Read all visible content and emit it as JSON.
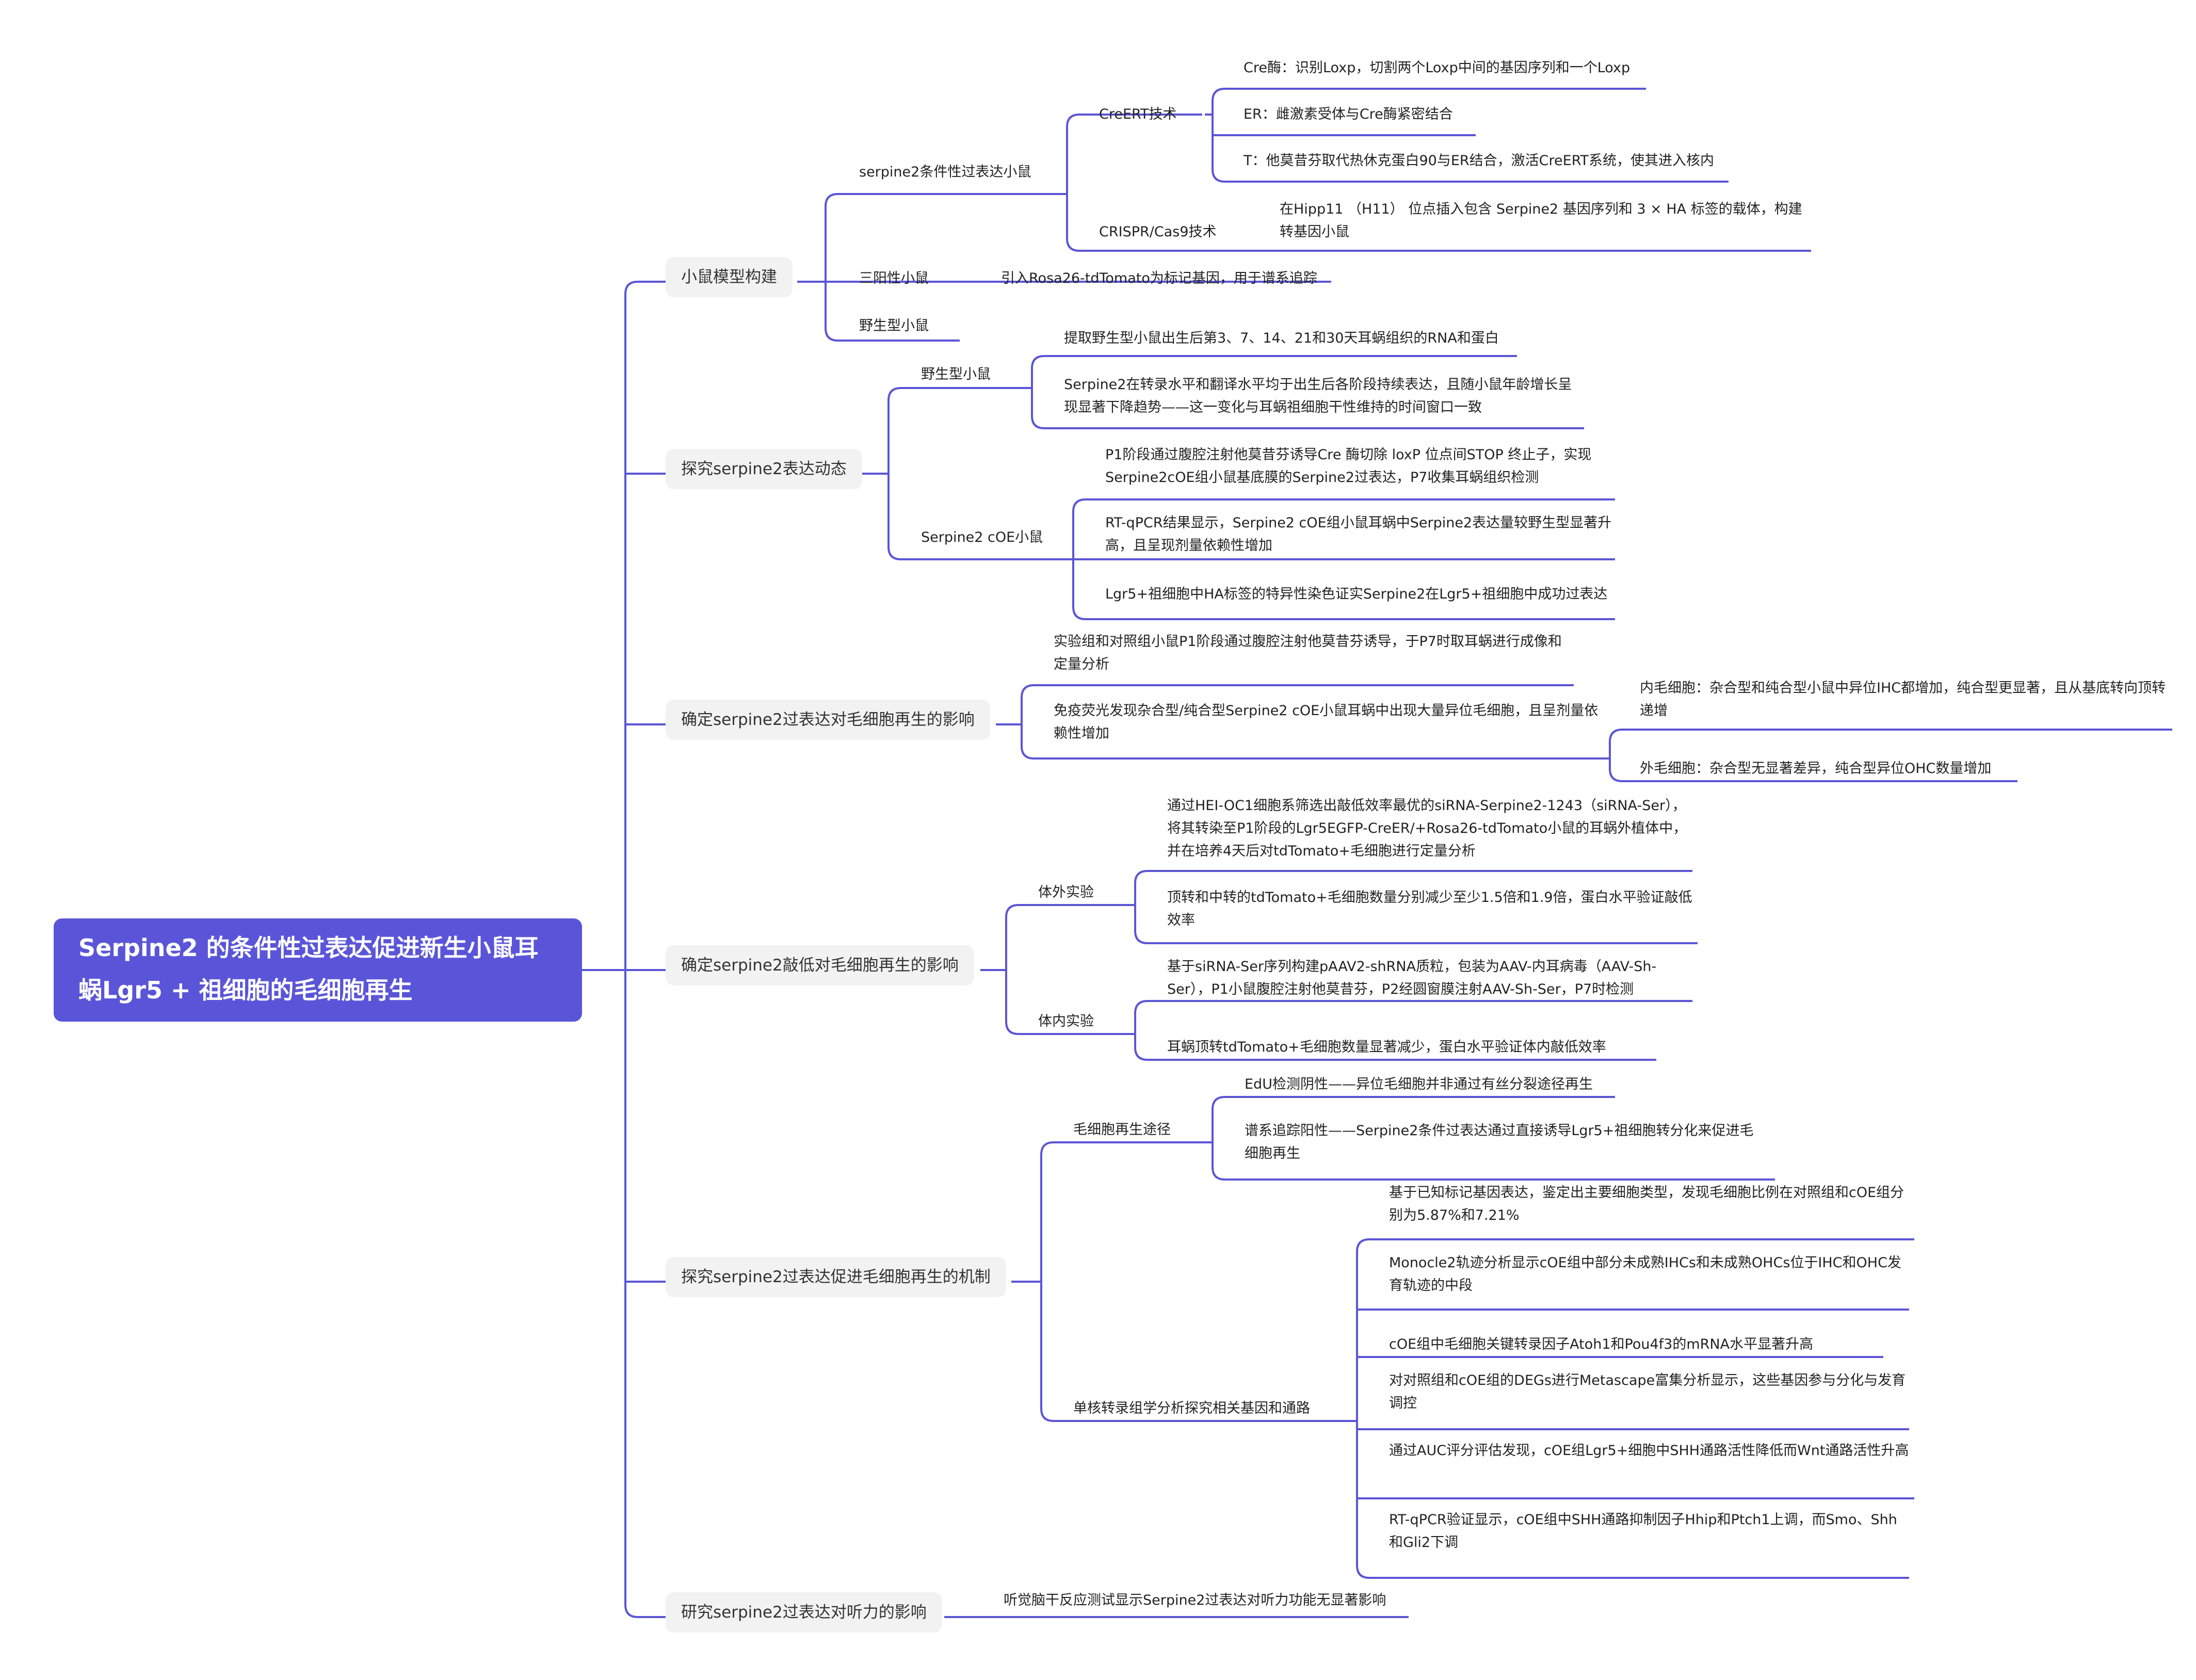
{
  "title": "Serpine2 的条件性过表达促进新生小鼠耳蜗Lgr5 + 祖细胞的毛细胞再生",
  "colors": {
    "accent": "#5a55d8",
    "line": "#5b55d6",
    "branch_bg": "#f2f2f3"
  },
  "branches": [
    {
      "label": "小鼠模型构建",
      "items": [
        {
          "label": "serpine2条件性过表达小鼠",
          "items": [
            {
              "label": "CreERT技术",
              "items": [
                "Cre酶：识别Loxp，切割两个Loxp中间的基因序列和一个Loxp",
                "ER：雌激素受体与Cre酶紧密结合",
                "T：他莫昔芬取代热休克蛋白90与ER结合，激活CreERT系统，使其进入核内"
              ]
            },
            {
              "label": "CRISPR/Cas9技术",
              "items": [
                "在Hipp11 （H11） 位点插入包含 Serpine2 基因序列和 3 × HA 标签的载体，构建转基因小鼠"
              ]
            }
          ]
        },
        {
          "label": "三阳性小鼠",
          "items": [
            "引入Rosa26-tdTomato为标记基因，用于谱系追踪"
          ]
        },
        {
          "label": "野生型小鼠"
        }
      ]
    },
    {
      "label": "探究serpine2表达动态",
      "items": [
        {
          "label": "野生型小鼠",
          "items": [
            "提取野生型小鼠出生后第3、7、14、21和30天耳蜗组织的RNA和蛋白",
            "Serpine2在转录水平和翻译水平均于出生后各阶段持续表达，且随小鼠年龄增长呈现显著下降趋势——这一变化与耳蜗祖细胞干性维持的时间窗口一致"
          ]
        },
        {
          "label": "Serpine2 cOE小鼠",
          "items": [
            "P1阶段通过腹腔注射他莫昔芬诱导Cre 酶切除 loxP 位点间STOP 终止子，实现Serpine2cOE组小鼠基底膜的Serpine2过表达，P7收集耳蜗组织检测",
            "RT-qPCR结果显示，Serpine2 cOE组小鼠耳蜗中Serpine2表达量较野生型显著升高，且呈现剂量依赖性增加",
            "Lgr5+祖细胞中HA标签的特异性染色证实Serpine2在Lgr5+祖细胞中成功过表达"
          ]
        }
      ]
    },
    {
      "label": "确定serpine2过表达对毛细胞再生的影响",
      "items": [
        {
          "label": "实验组和对照组小鼠P1阶段通过腹腔注射他莫昔芬诱导，于P7时取耳蜗进行成像和定量分析"
        },
        {
          "label": "免疫荧光发现杂合型/纯合型Serpine2 cOE小鼠耳蜗中出现大量异位毛细胞，且呈剂量依赖性增加",
          "items": [
            "内毛细胞：杂合型和纯合型小鼠中异位IHC都增加，纯合型更显著，且从基底转向顶转递增",
            "外毛细胞：杂合型无显著差异，纯合型异位OHC数量增加"
          ]
        }
      ]
    },
    {
      "label": "确定serpine2敲低对毛细胞再生的影响",
      "items": [
        {
          "label": "体外实验",
          "items": [
            "通过HEI-OC1细胞系筛选出敲低效率最优的siRNA-Serpine2-1243（siRNA-Ser），将其转染至P1阶段的Lgr5EGFP-CreER/+Rosa26-tdTomato小鼠的耳蜗外植体中，并在培养4天后对tdTomato+毛细胞进行定量分析",
            "顶转和中转的tdTomato+毛细胞数量分别减少至少1.5倍和1.9倍，蛋白水平验证敲低效率"
          ]
        },
        {
          "label": "体内实验",
          "items": [
            "基于siRNA-Ser序列构建pAAV2-shRNA质粒，包装为AAV-内耳病毒（AAV-Sh-Ser），P1小鼠腹腔注射他莫昔芬，P2经圆窗膜注射AAV-Sh-Ser，P7时检测",
            "耳蜗顶转tdTomato+毛细胞数量显著减少，蛋白水平验证体内敲低效率"
          ]
        }
      ]
    },
    {
      "label": "探究serpine2过表达促进毛细胞再生的机制",
      "items": [
        {
          "label": "毛细胞再生途径",
          "items": [
            "EdU检测阴性——异位毛细胞并非通过有丝分裂途径再生",
            "谱系追踪阳性——Serpine2条件过表达通过直接诱导Lgr5+祖细胞转分化来促进毛细胞再生"
          ]
        },
        {
          "label": "单核转录组学分析探究相关基因和通路",
          "items": [
            "基于已知标记基因表达，鉴定出主要细胞类型，发现毛细胞比例在对照组和cOE组分别为5.87%和7.21%",
            "Monocle2轨迹分析显示cOE组中部分未成熟IHCs和未成熟OHCs位于IHC和OHC发育轨迹的中段",
            "cOE组中毛细胞关键转录因子Atoh1和Pou4f3的mRNA水平显著升高",
            "对对照组和cOE组的DEGs进行Metascape富集分析显示，这些基因参与分化与发育调控",
            "通过AUC评分评估发现，cOE组Lgr5+细胞中SHH通路活性降低而Wnt通路活性升高",
            "RT-qPCR验证显示，cOE组中SHH通路抑制因子Hhip和Ptch1上调，而Smo、Shh和Gli2下调"
          ]
        }
      ]
    },
    {
      "label": "研究serpine2过表达对听力的影响",
      "items": [
        {
          "label": "听觉脑干反应测试显示Serpine2过表达对听力功能无显著影响"
        }
      ]
    }
  ]
}
